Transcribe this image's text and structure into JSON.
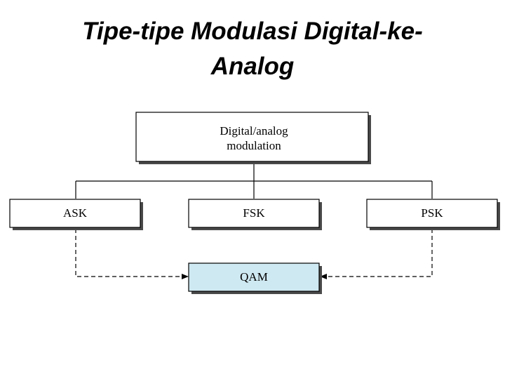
{
  "slide": {
    "title_line1": "Tipe-tipe Modulasi Digital-ke-",
    "title_line2": "Analog"
  },
  "diagram": {
    "root": {
      "line1": "Digital/analog",
      "line2": "modulation"
    },
    "ask": {
      "label": "ASK"
    },
    "fsk": {
      "label": "FSK"
    },
    "psk": {
      "label": "PSK"
    },
    "qam": {
      "label": "QAM"
    },
    "colors": {
      "box_fill": "#ffffff",
      "qam_fill": "#cfe9f2",
      "border": "#000000",
      "shadow": "#4a4a4a"
    }
  }
}
